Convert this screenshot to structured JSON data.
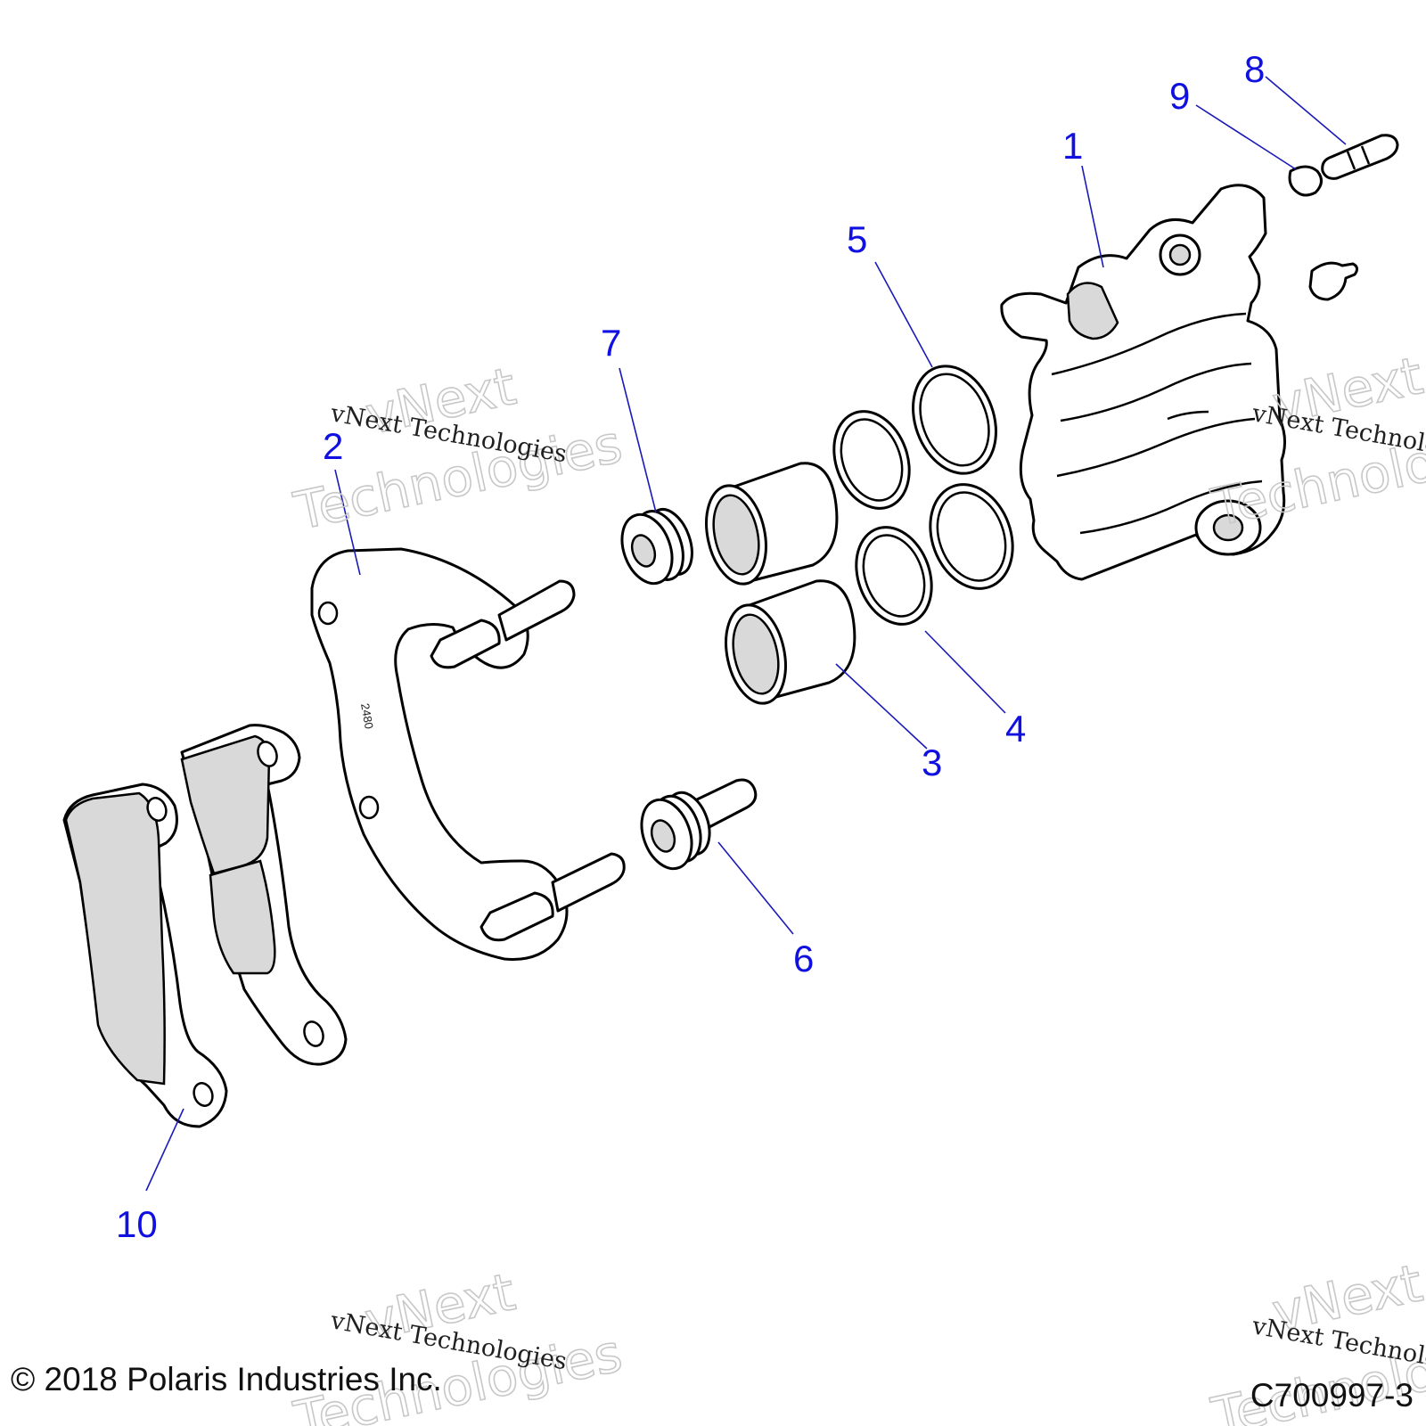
{
  "diagram": {
    "callouts": [
      {
        "id": "callout-1",
        "text": "1"
      },
      {
        "id": "callout-2",
        "text": "2"
      },
      {
        "id": "callout-3",
        "text": "3"
      },
      {
        "id": "callout-4",
        "text": "4"
      },
      {
        "id": "callout-5",
        "text": "5"
      },
      {
        "id": "callout-6",
        "text": "6"
      },
      {
        "id": "callout-7",
        "text": "7"
      },
      {
        "id": "callout-8",
        "text": "8"
      },
      {
        "id": "callout-9",
        "text": "9"
      },
      {
        "id": "callout-10",
        "text": "10"
      }
    ],
    "bracket_marking": "2480",
    "callout_color": "#1010e0",
    "line_color": "#000000"
  },
  "watermark": {
    "line1": "vNext",
    "line2": "Technologies",
    "caption": "vNext Technologies"
  },
  "footer": {
    "copyright": "© 2018 Polaris Industries Inc.",
    "figure_code": "C700997-3"
  }
}
